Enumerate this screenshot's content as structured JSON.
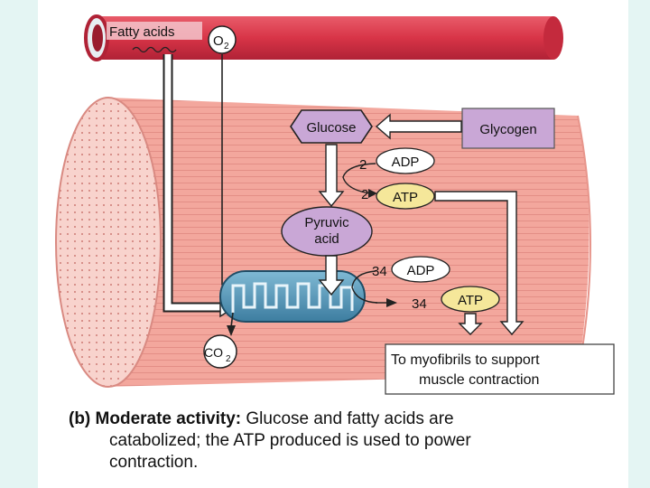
{
  "labels": {
    "fatty_acids": "Fatty acids",
    "o2": "O",
    "o2_sub": "2",
    "glucose": "Glucose",
    "glycogen": "Glycogen",
    "adp_count_top": "2",
    "adp_top": "ADP",
    "atp_count_top": "2",
    "atp_top": "ATP",
    "pyruvic_line1": "Pyruvic",
    "pyruvic_line2": "acid",
    "adp_count_mito": "34",
    "adp_mito": "ADP",
    "atp_count_mito": "34",
    "atp_mito": "ATP",
    "co2": "CO",
    "co2_sub": "2",
    "myofibrils_line1": "To myofibrils to support",
    "myofibrils_line2": "muscle contraction"
  },
  "caption": {
    "prefix": "(b) Moderate activity:",
    "line1": " Glucose and fatty acids are",
    "line2": "catabolized; the ATP produced is used to power",
    "line3": "contraction."
  },
  "colors": {
    "muscle": "#f2a9a0",
    "blood_vessel": "#d9364a",
    "mitochondrion": "#4d8fb0",
    "glucose_glycogen": "#c9a7d6",
    "atp": "#f5e79a",
    "background": "#e4f5f3"
  }
}
